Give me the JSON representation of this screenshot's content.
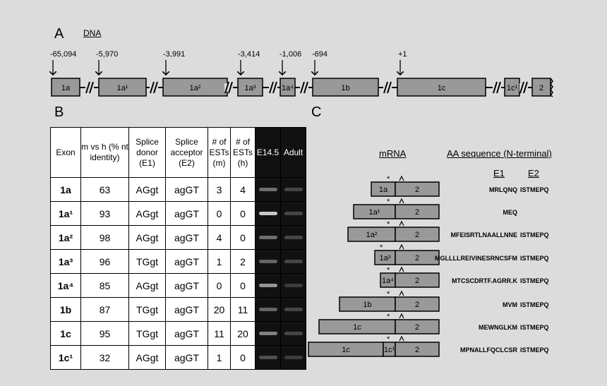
{
  "panel_a": {
    "letter": "A",
    "dna_label": "DNA",
    "markers": [
      {
        "label": "-65,094"
      },
      {
        "label": "-5,970"
      },
      {
        "label": "-3,991"
      },
      {
        "label": "-3,414"
      },
      {
        "label": "-1,006"
      },
      {
        "label": "-694"
      },
      {
        "label": "+1"
      }
    ],
    "exons": [
      "1a",
      "1a¹",
      "1a²",
      "1a³",
      "1a⁴",
      "1b",
      "1c",
      "1c¹",
      "2"
    ]
  },
  "panel_b": {
    "letter": "B",
    "headers": {
      "exon": "Exon",
      "identity": "m vs h (% nt identity)",
      "donor": "Splice donor (E1)",
      "acceptor": "Splice acceptor (E2)",
      "ests_m": "# of ESTs (m)",
      "ests_h": "# of ESTs (h)",
      "e145": "E14.5",
      "adult": "Adult"
    },
    "rows": [
      {
        "exon": "1a",
        "identity": "63",
        "donor": "AGgt",
        "acceptor": "agGT",
        "ests_m": "3",
        "ests_h": "4"
      },
      {
        "exon": "1a¹",
        "identity": "93",
        "donor": "AGgt",
        "acceptor": "agGT",
        "ests_m": "0",
        "ests_h": "0"
      },
      {
        "exon": "1a²",
        "identity": "98",
        "donor": "AGgt",
        "acceptor": "agGT",
        "ests_m": "4",
        "ests_h": "0"
      },
      {
        "exon": "1a³",
        "identity": "96",
        "donor": "TGgt",
        "acceptor": "agGT",
        "ests_m": "1",
        "ests_h": "2"
      },
      {
        "exon": "1a⁴",
        "identity": "85",
        "donor": "AGgt",
        "acceptor": "agGT",
        "ests_m": "0",
        "ests_h": "0"
      },
      {
        "exon": "1b",
        "identity": "87",
        "donor": "TGgt",
        "acceptor": "agGT",
        "ests_m": "20",
        "ests_h": "11"
      },
      {
        "exon": "1c",
        "identity": "95",
        "donor": "TGgt",
        "acceptor": "agGT",
        "ests_m": "11",
        "ests_h": "20"
      },
      {
        "exon": "1c¹",
        "identity": "32",
        "donor": "AGgt",
        "acceptor": "agGT",
        "ests_m": "1",
        "ests_h": "0"
      }
    ]
  },
  "panel_c": {
    "letter": "C",
    "mrna_label": "mRNA",
    "aa_label": "AA sequence (N-terminal)",
    "e1_label": "E1",
    "e2_label": "E2",
    "transcripts": [
      {
        "exon1": "1a",
        "exon2": "2",
        "e1_seq": "MRLQNQ",
        "e2_seq": "ISTMEPQ"
      },
      {
        "exon1": "1a¹",
        "exon2": "2",
        "e1_seq": "MEQ",
        "e2_seq": ""
      },
      {
        "exon1": "1a²",
        "exon2": "2",
        "e1_seq": "MFEISRTLNAALLNNE",
        "e2_seq": "ISTMEPQ"
      },
      {
        "exon1": "1a³",
        "exon2": "2",
        "e1_seq": "MGLLLLREIVINESRNCSFM",
        "e2_seq": "ISTMEPQ"
      },
      {
        "exon1": "1a⁴",
        "exon2": "2",
        "e1_seq": "MTCSCDRTF.AGRR.K",
        "e2_seq": "ISTMEPQ"
      },
      {
        "exon1": "1b",
        "exon2": "2",
        "e1_seq": "MVM",
        "e2_seq": "ISTMEPQ"
      },
      {
        "exon1": "1c",
        "exon2": "2",
        "e1_seq": "MEWNGLKM",
        "e2_seq": "ISTMEPQ"
      },
      {
        "exon0": "1c",
        "exon1": "1c¹",
        "exon2": "2",
        "e1_seq": "MPNALLFQCLCSR",
        "e2_seq": "ISTMEPQ"
      }
    ]
  },
  "colors": {
    "background": "#dcdcdc",
    "exon_fill": "#999999",
    "gel": "#111111"
  }
}
